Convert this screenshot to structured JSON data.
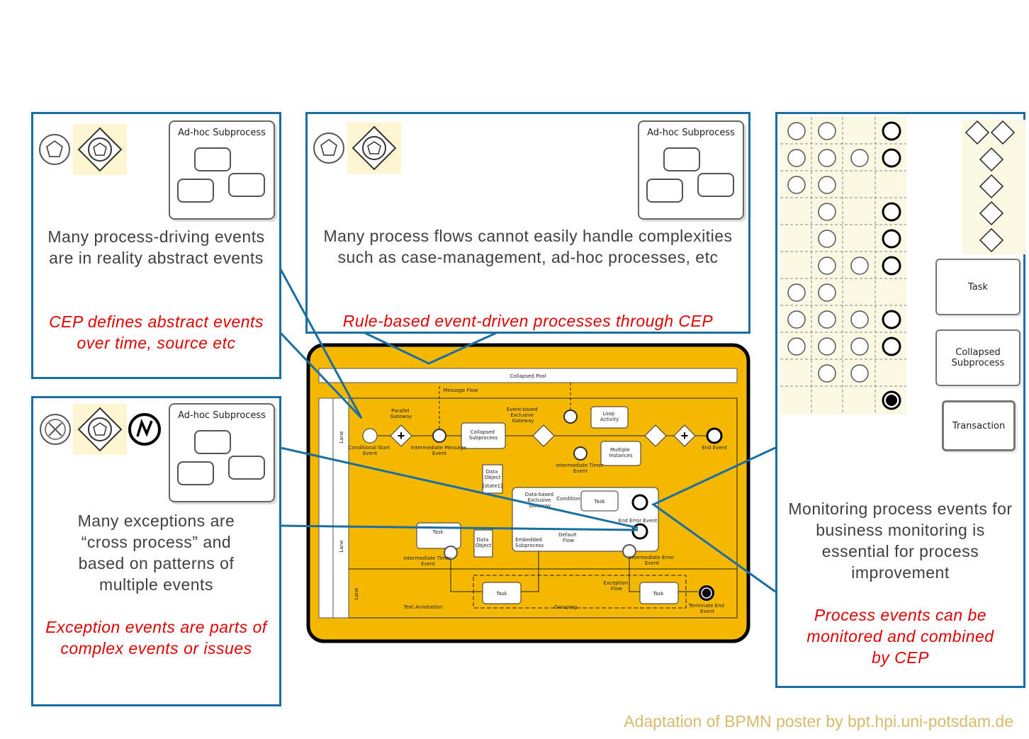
{
  "callouts": [
    {
      "body": "Many process-driving events are in reality abstract events",
      "highlight": "CEP defines abstract events over time, source etc",
      "subprocess_label": "Ad-hoc Subprocess"
    },
    {
      "body": "Many process flows cannot easily handle complexities such as case-management, ad-hoc processes, etc",
      "highlight": "Rule-based event-driven processes through CEP",
      "subprocess_label": "Ad-hoc Subprocess"
    },
    {
      "body": "Many exceptions are “cross process” and based on patterns of multiple events",
      "highlight": "Exception events are parts of complex events or issues",
      "subprocess_label": "Ad-hoc Subprocess"
    },
    {
      "body": "Monitoring process events for business monitoring is essential for process improvement",
      "highlight": "Process events can be monitored and combined by CEP"
    }
  ],
  "palette": {
    "task": "Task",
    "collapsed": "Collapsed Subprocess",
    "transaction": "Transaction"
  },
  "diagram": {
    "pool": "Collapsed Pool",
    "message_flow": "Message Flow",
    "lane": "Lane",
    "labels": {
      "conditional_start": "Conditional Start Event",
      "parallel_gateway": "Parallel Gateway",
      "int_message": "Intermediate Message Event",
      "collapsed_subprocess": "Collapsed Subprocess",
      "event_gateway": "Event-based Exclusive Gateway",
      "loop": "Loop Activity",
      "timer": "Intermediate Timer Event",
      "multiple": "Multiple Instances",
      "end": "End Event",
      "data_object": "Data Object",
      "data_state": "[state1]",
      "data_gateway": "Data-based Exclusive Gateway",
      "condition": "Condition",
      "task": "Task",
      "end_error": "End Error Event",
      "default_flow": "Default Flow",
      "embedded": "Embedded Subprocess",
      "int_error": "Intermediate Error Event",
      "exception_flow": "Exception Flow",
      "text_annotation": "Text Annotation",
      "grouping": "Grouping",
      "terminate": "Terminate End Event"
    }
  },
  "footer": "Adaptation of BPMN poster by bpt.hpi.uni-potsdam.de",
  "colors": {
    "callout_border": "#1b6ea0",
    "highlight": "#e30000",
    "diagram_fill": "#f5b800",
    "footer": "#d6bb6c"
  }
}
